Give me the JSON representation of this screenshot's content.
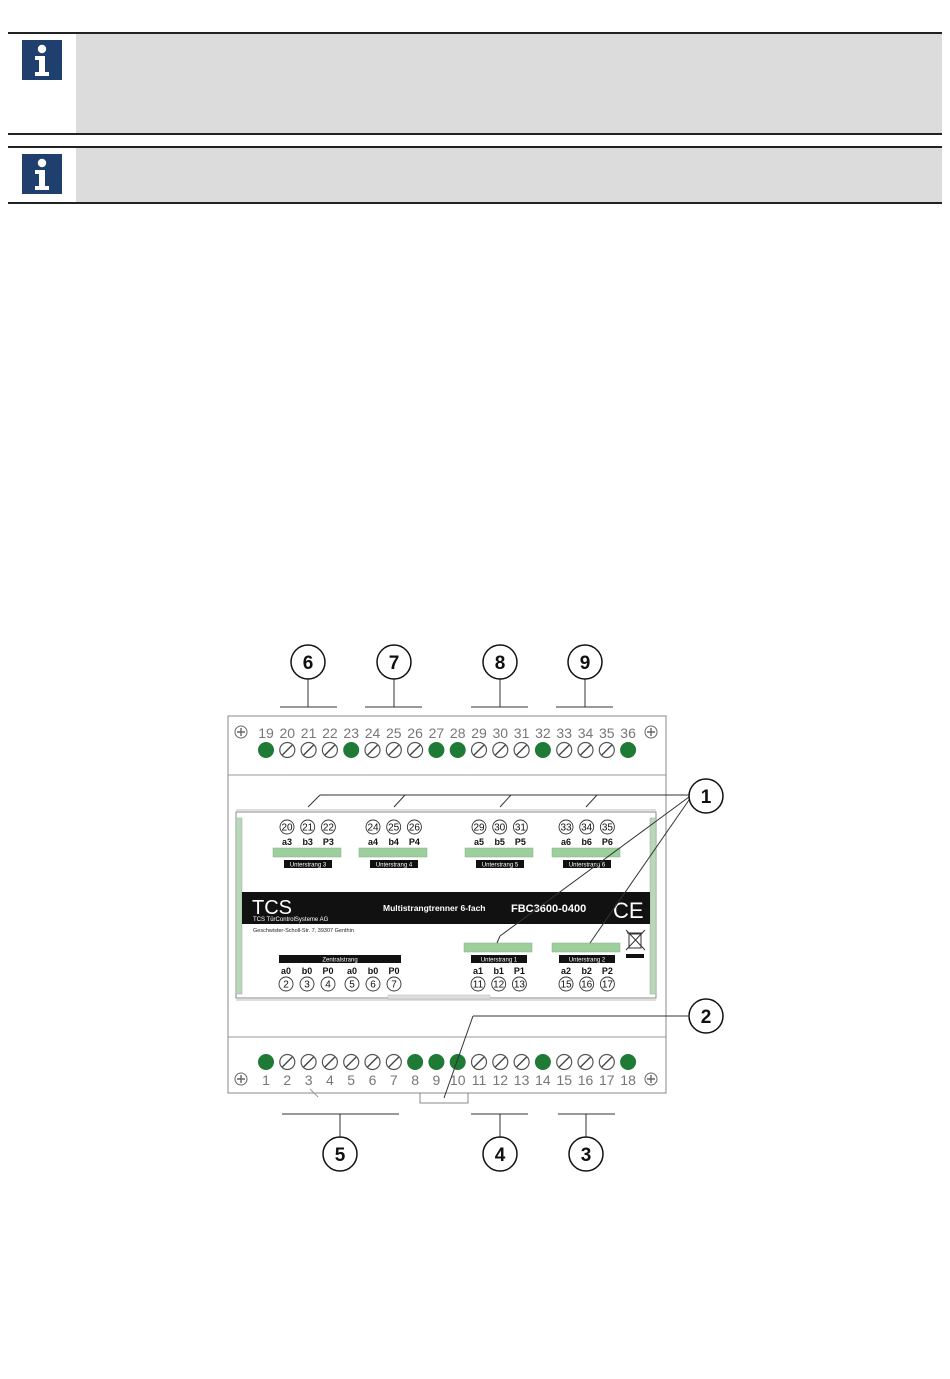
{
  "info_boxes": [
    {
      "icon": "info-icon"
    },
    {
      "icon": "info-icon"
    }
  ],
  "device": {
    "brand": "TCS",
    "company": "TCS TürControlSysteme AG",
    "address": "Geschwister-Scholl-Str. 7, 39307 Genthin",
    "product_name": "Multistrangtrenner 6-fach",
    "article_no": "FBC3600-0400",
    "ce_mark": "CE",
    "weee_icon": "crossed-bin-icon",
    "top_terminal_numbers": [
      "19",
      "20",
      "21",
      "22",
      "23",
      "24",
      "25",
      "26",
      "27",
      "28",
      "29",
      "30",
      "31",
      "32",
      "33",
      "34",
      "35",
      "36"
    ],
    "bottom_terminal_numbers": [
      "1",
      "2",
      "3",
      "4",
      "5",
      "6",
      "7",
      "8",
      "9",
      "10",
      "11",
      "12",
      "13",
      "14",
      "15",
      "16",
      "17",
      "18"
    ],
    "top_terminal_types": [
      "green",
      "screw",
      "screw",
      "screw",
      "green",
      "screw",
      "screw",
      "screw",
      "green",
      "green",
      "screw",
      "screw",
      "screw",
      "green",
      "screw",
      "screw",
      "screw",
      "green"
    ],
    "bottom_terminal_types": [
      "green",
      "screw",
      "screw",
      "screw",
      "screw",
      "screw",
      "screw",
      "green",
      "green",
      "green",
      "screw",
      "screw",
      "screw",
      "green",
      "screw",
      "screw",
      "screw",
      "green"
    ],
    "upper_groups": [
      {
        "nums": [
          "20",
          "21",
          "22"
        ],
        "labels": [
          "a3",
          "b3",
          "P3"
        ],
        "name": "Unterstrang 3"
      },
      {
        "nums": [
          "24",
          "25",
          "26"
        ],
        "labels": [
          "a4",
          "b4",
          "P4"
        ],
        "name": "Unterstrang 4"
      },
      {
        "nums": [
          "29",
          "30",
          "31"
        ],
        "labels": [
          "a5",
          "b5",
          "P5"
        ],
        "name": "Unterstrang 5"
      },
      {
        "nums": [
          "33",
          "34",
          "35"
        ],
        "labels": [
          "a6",
          "b6",
          "P6"
        ],
        "name": "Unterstrang 6"
      }
    ],
    "lower_groups": [
      {
        "nums": [
          "2",
          "3",
          "4",
          "5",
          "6",
          "7"
        ],
        "labels": [
          "a0",
          "b0",
          "P0",
          "a0",
          "b0",
          "P0"
        ],
        "name": "Zentralstrang"
      },
      {
        "nums": [
          "11",
          "12",
          "13"
        ],
        "labels": [
          "a1",
          "b1",
          "P1"
        ],
        "name": "Unterstrang 1"
      },
      {
        "nums": [
          "15",
          "16",
          "17"
        ],
        "labels": [
          "a2",
          "b2",
          "P2"
        ],
        "name": "Unterstrang 2"
      }
    ]
  },
  "callouts": {
    "top": [
      "6",
      "7",
      "8",
      "9"
    ],
    "right": [
      "1",
      "2"
    ],
    "bottom": [
      "5",
      "4",
      "3"
    ]
  },
  "colors": {
    "icon_bg": "#1f3f6e",
    "box_shade": "#dcdcdc",
    "terminal_green": "#1e7a35",
    "label_bar_green": "#9ccf9c"
  }
}
